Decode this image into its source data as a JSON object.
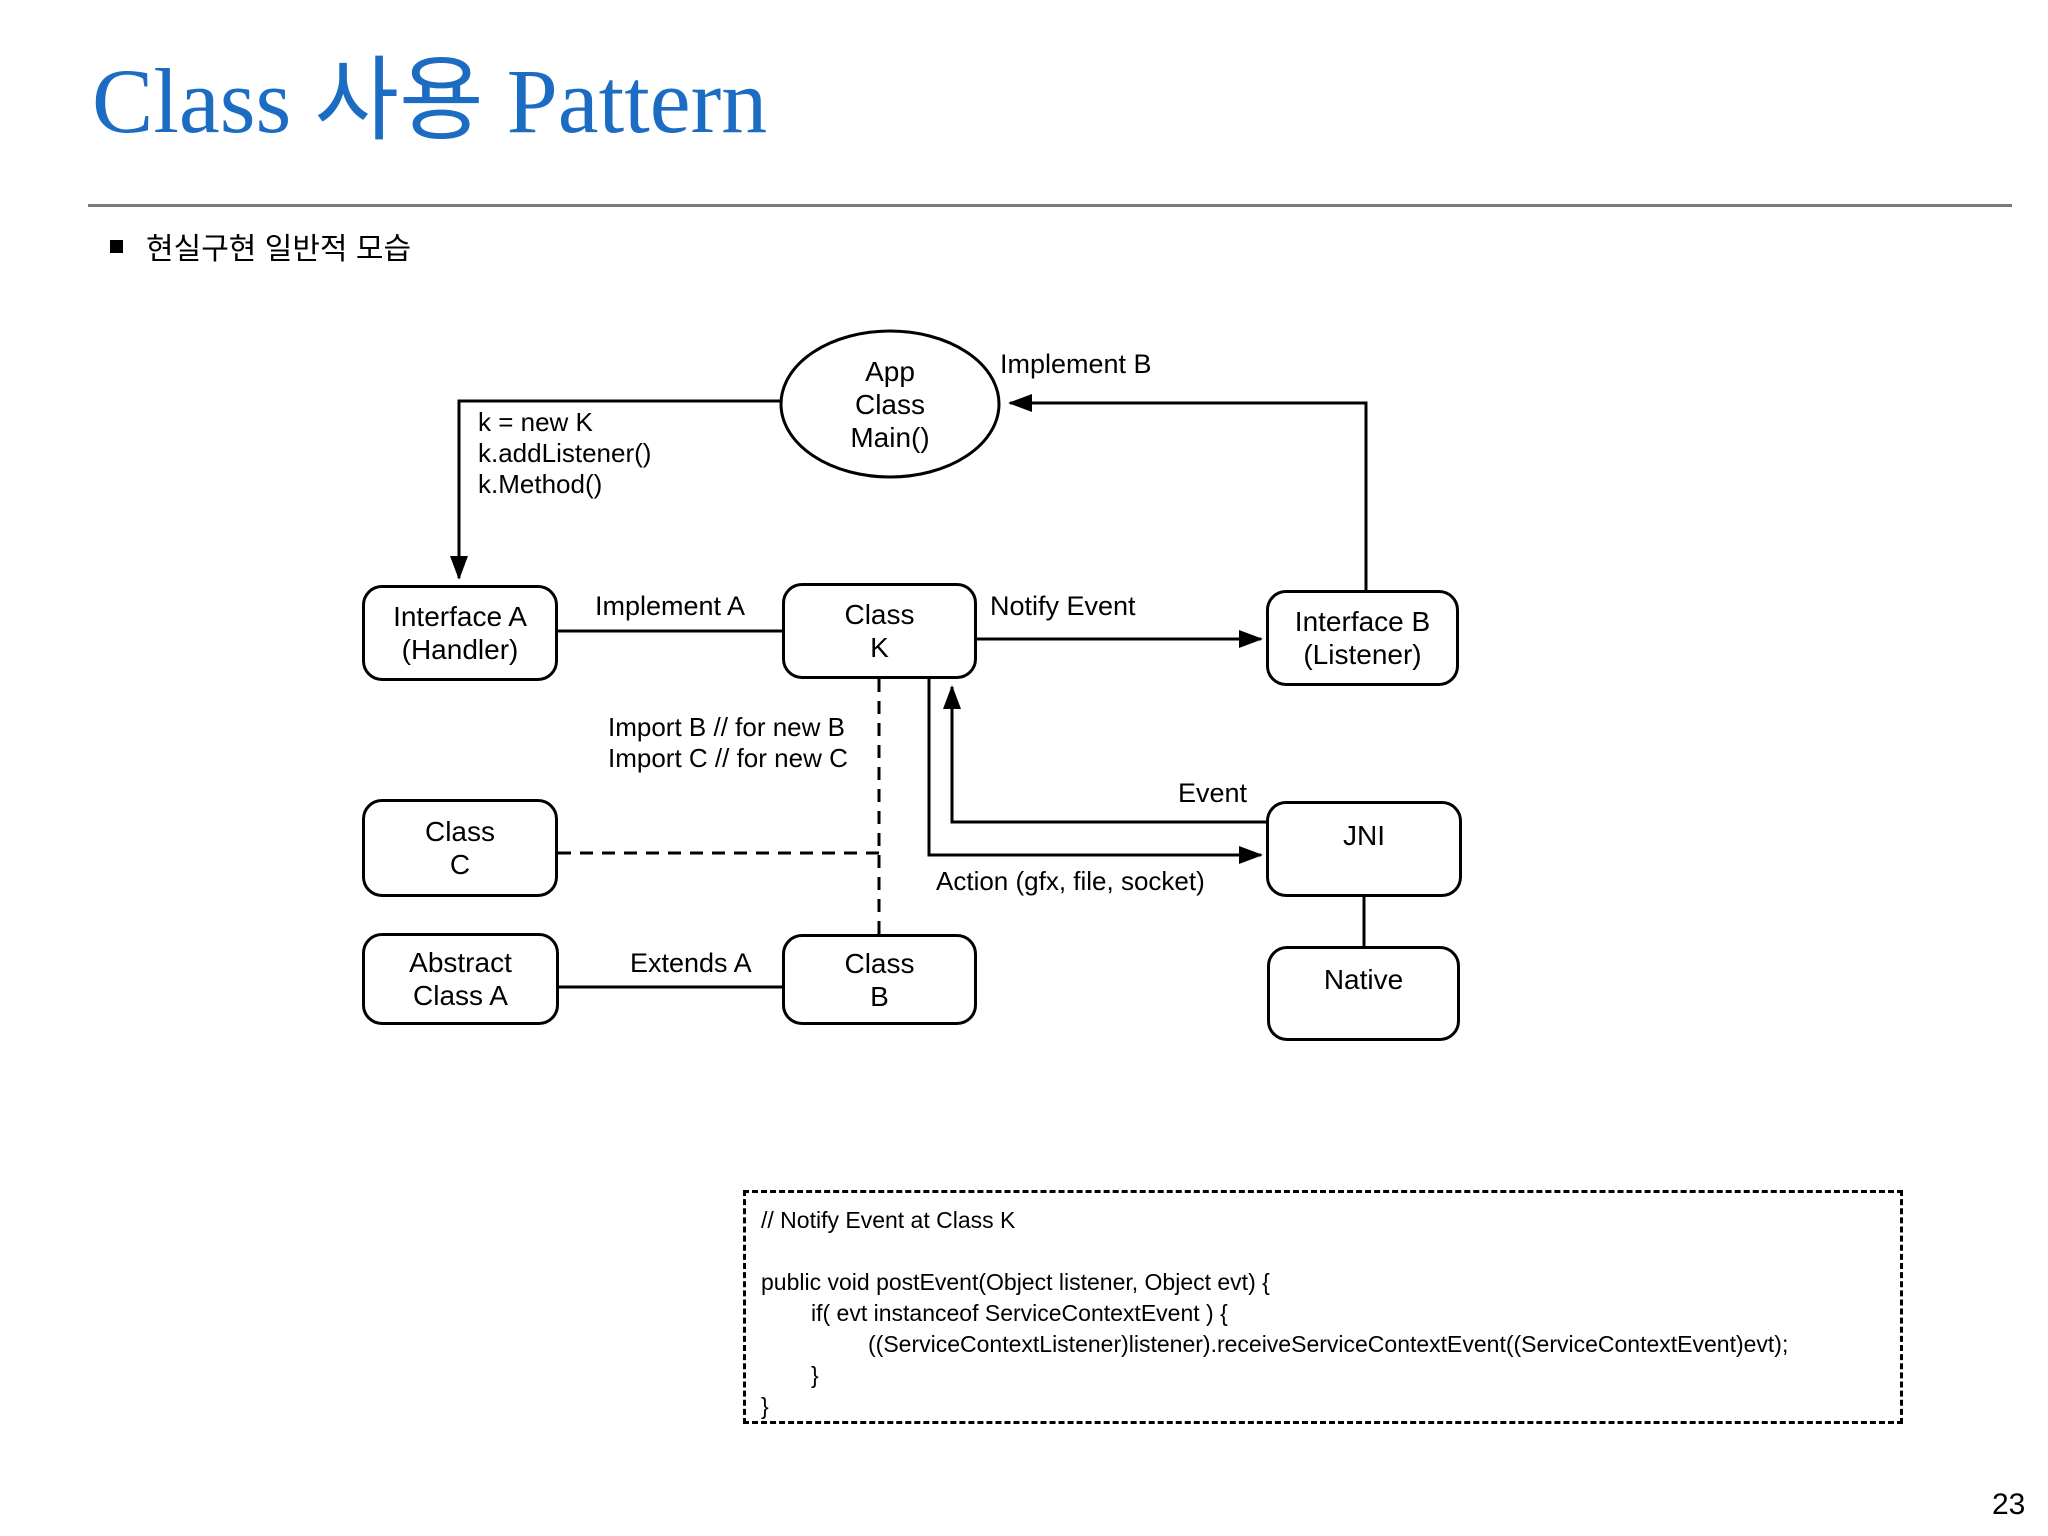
{
  "slide": {
    "title": "Class 사용 Pattern",
    "bullet_text": "현실구현 일반적 모습",
    "page_number": "23"
  },
  "diagram": {
    "app_node": {
      "line1": "App",
      "line2": "Class",
      "line3": "Main()"
    },
    "nodes": {
      "interface_a": {
        "line1": "Interface A",
        "line2": "(Handler)"
      },
      "class_k": {
        "line1": "Class",
        "line2": "K"
      },
      "interface_b": {
        "line1": "Interface B",
        "line2": "(Listener)"
      },
      "class_c": {
        "line1": "Class",
        "line2": "C"
      },
      "jni": {
        "line1": "JNI"
      },
      "abstract_class_a": {
        "line1": "Abstract",
        "line2": "Class A"
      },
      "class_b": {
        "line1": "Class",
        "line2": "B"
      },
      "native": {
        "line1": "Native"
      }
    },
    "labels": {
      "implement_b": "Implement B",
      "k_usage_line1": "k = new K",
      "k_usage_line2": "k.addListener()",
      "k_usage_line3": "k.Method()",
      "implement_a": "Implement A",
      "notify_event": "Notify Event",
      "import_line1": "Import B  // for new B",
      "import_line2": "Import C  // for new C",
      "event": "Event",
      "action": "Action (gfx, file, socket)",
      "extends_a": "Extends A"
    }
  },
  "code_box": {
    "lines": [
      "// Notify Event at Class K",
      "",
      "public void postEvent(Object listener, Object evt) {",
      "if( evt instanceof ServiceContextEvent ) {",
      "((ServiceContextListener)listener).receiveServiceContextEvent((ServiceContextEvent)evt);",
      "}",
      "}"
    ]
  },
  "colors": {
    "title_blue": "#1B6CC2",
    "diagram_line": "#000000",
    "rule_gray": "#7A7A7A"
  }
}
